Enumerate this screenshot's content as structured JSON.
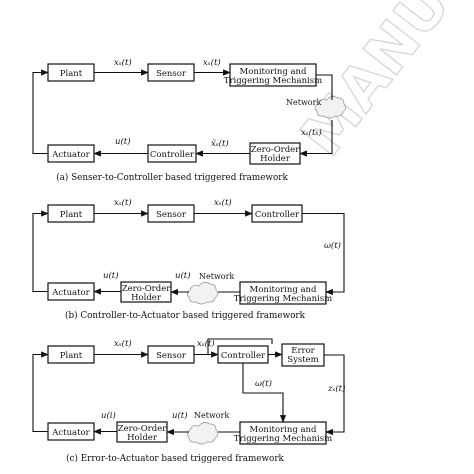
{
  "panel_a": {
    "caption": "(a)  Senser-to-Controller based triggered framework",
    "plant": "Plant",
    "sensor": "Sensor",
    "monitor_line1": "Monitoring and",
    "monitor_line2": "Triggering Mechanism",
    "network": "Network",
    "zoh_line1": "Zero-Order",
    "zoh_line2": "Holder",
    "controller": "Controller",
    "actuator": "Actuator",
    "sig_plant_sensor": "xₛ(t)",
    "sig_sensor_monitor": "xₛ(t)",
    "sig_network_out": "xₛ(tₖ)",
    "sig_zoh_controller": "x̃ₛ(t)",
    "sig_controller_actuator": "u(t)"
  },
  "panel_b": {
    "caption": "(b)  Controller-to-Actuator based triggered framework",
    "plant": "Plant",
    "sensor": "Sensor",
    "controller": "Controller",
    "monitor_line1": "Monitoring and",
    "monitor_line2": "Triggering Mechanism",
    "network": "Network",
    "zoh_line1": "Zero-Order",
    "zoh_line2": "Holder",
    "actuator": "Actuator",
    "sig_plant_sensor": "xₛ(t)",
    "sig_sensor_controller": "xₛ(t)",
    "sig_controller_monitor": "ω(t)",
    "sig_network_zoh": "u(t)",
    "sig_zoh_actuator": "u(t)"
  },
  "panel_c": {
    "caption": "(c)  Error-to-Actuator based triggered framework",
    "plant": "Plant",
    "sensor": "Sensor",
    "controller": "Controller",
    "error_line1": "Error",
    "error_line2": "System",
    "monitor_line1": "Monitoring and",
    "monitor_line2": "Triggering Mechanism",
    "network": "Network",
    "zoh_line1": "Zero-Order",
    "zoh_line2": "Holder",
    "actuator": "Actuator",
    "sig_plant_sensor": "xₛ(t)",
    "sig_sensor_controller": "xₛ(t)",
    "sig_controller_monitor": "ω(t)",
    "sig_error_monitor": "zₛ(t)",
    "sig_network_zoh": "u(t)",
    "sig_zoh_actuator": "u(i)"
  },
  "watermark": "MANUSCRIPT",
  "colors": {
    "line": "#111111",
    "cloud_fill": "#f2f2f2",
    "watermark": "#d8d8d8"
  }
}
